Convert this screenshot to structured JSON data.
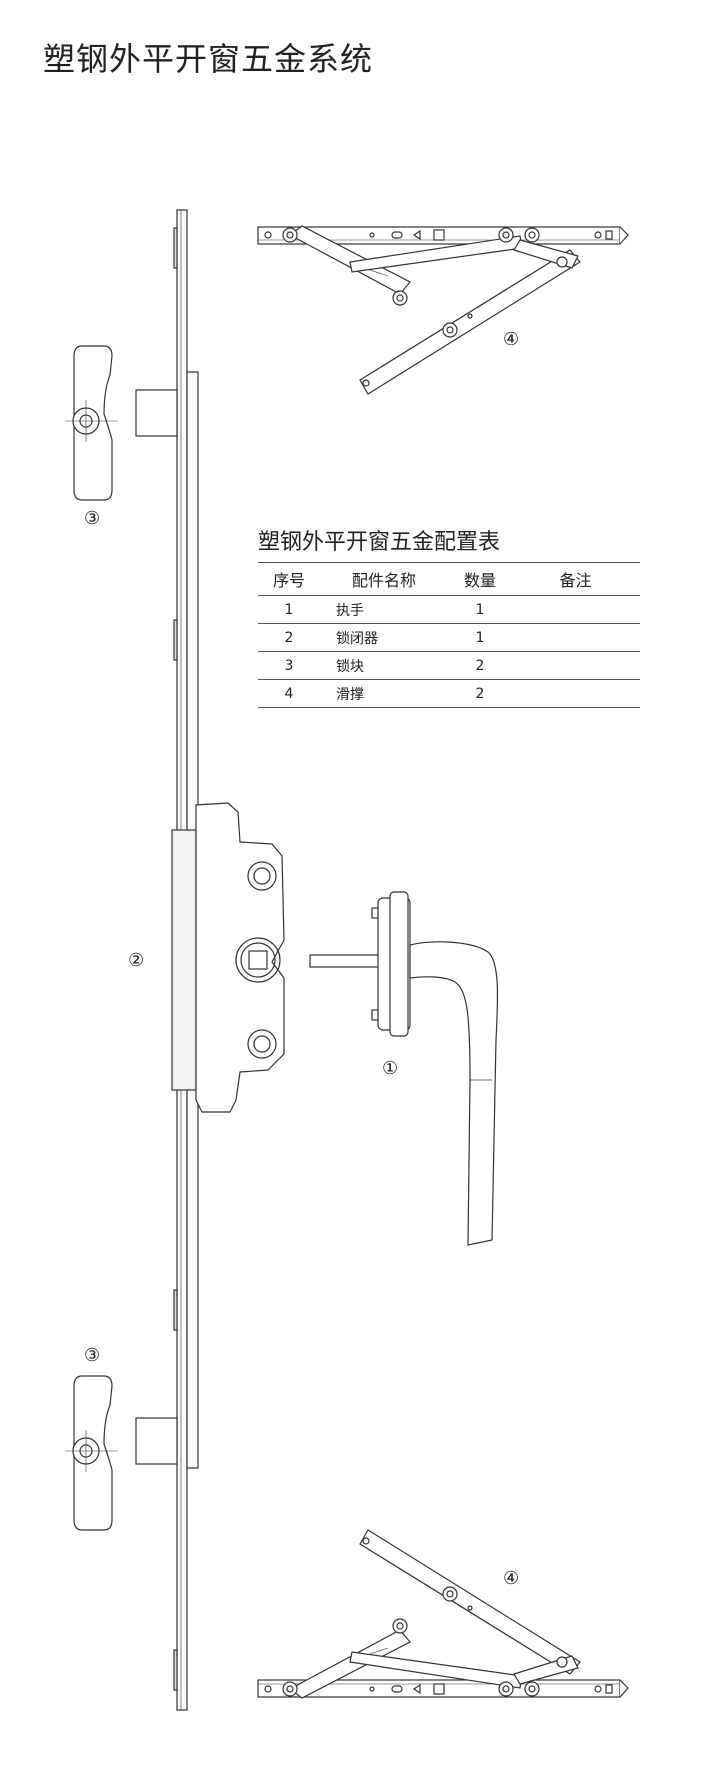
{
  "page": {
    "title": "塑钢外平开窗五金系统"
  },
  "config_table": {
    "title": "塑钢外平开窗五金配置表",
    "headers": [
      "序号",
      "配件名称",
      "数量",
      "备注"
    ],
    "rows": [
      {
        "no": "1",
        "name": "执手",
        "qty": "1",
        "note": ""
      },
      {
        "no": "2",
        "name": "锁闭器",
        "qty": "1",
        "note": ""
      },
      {
        "no": "3",
        "name": "锁块",
        "qty": "2",
        "note": ""
      },
      {
        "no": "4",
        "name": "滑撑",
        "qty": "2",
        "note": ""
      }
    ]
  },
  "callouts": {
    "handle": "①",
    "lock_body": "②",
    "keeper_top": "③",
    "keeper_bottom": "③",
    "stay_top": "④",
    "stay_bottom": "④"
  }
}
